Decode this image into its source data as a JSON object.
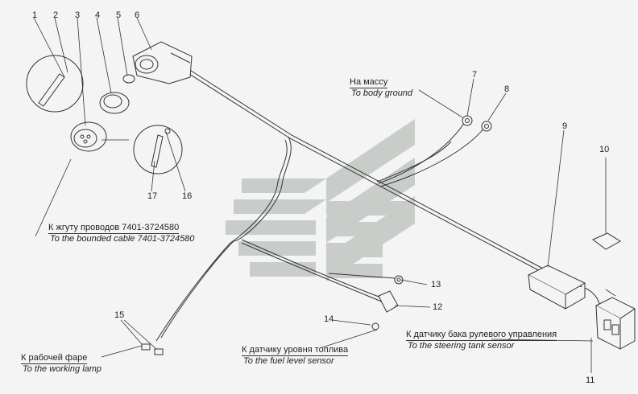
{
  "callouts": {
    "c1": "1",
    "c2": "2",
    "c3": "3",
    "c4": "4",
    "c5": "5",
    "c6": "6",
    "c7": "7",
    "c8": "8",
    "c9": "9",
    "c10": "10",
    "c11": "11",
    "c12": "12",
    "c13": "13",
    "c14": "14",
    "c15": "15",
    "c16": "16",
    "c17": "17"
  },
  "labels": {
    "ground_ru": "На массу",
    "ground_en": "To body ground",
    "cable_ru": "К жгуту проводов 7401-3724580",
    "cable_en": "To the bounded cable 7401-3724580",
    "lamp_ru": "К рабочей фаре",
    "lamp_en": "To the working lamp",
    "fuel_ru": "К датчику уровня топлива",
    "fuel_en": "To the fuel level sensor",
    "steer_ru": "К датчику бака рулевого управления",
    "steer_en": "To the steering tank sensor"
  },
  "colors": {
    "line": "#333333",
    "watermark": "#c9cdc9"
  }
}
